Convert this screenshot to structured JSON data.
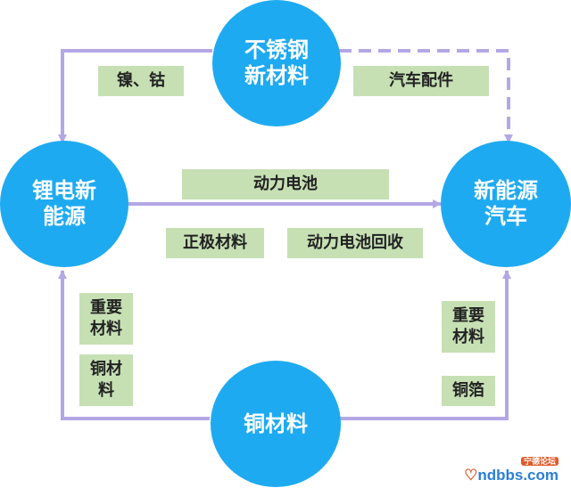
{
  "colors": {
    "node_fill": "#1eaaf1",
    "tag_fill": "#c6e0b4",
    "arrow": "#b4a7e5"
  },
  "nodes": {
    "stainless": {
      "line1": "不锈钢",
      "line2": "新材料"
    },
    "lithium": {
      "line1": "锂电新",
      "line2": "能源"
    },
    "nev": {
      "line1": "新能源",
      "line2": "汽车"
    },
    "copper": {
      "line1": "铜材料"
    }
  },
  "labels": {
    "nickel_cobalt": "镍、钴",
    "auto_parts": "汽车配件",
    "power_battery": "动力电池",
    "cathode": "正极材料",
    "battery_recycling": "动力电池回收",
    "key_materials_left": {
      "line1": "重要",
      "line2": "材料"
    },
    "copper_left": {
      "line1": "铜材",
      "line2": "料"
    },
    "key_materials_right": {
      "line1": "重要",
      "line2": "材料"
    },
    "copper_foil": "铜箔"
  },
  "watermark": {
    "main": "ndbbs.com",
    "sub": "宁德论坛"
  }
}
